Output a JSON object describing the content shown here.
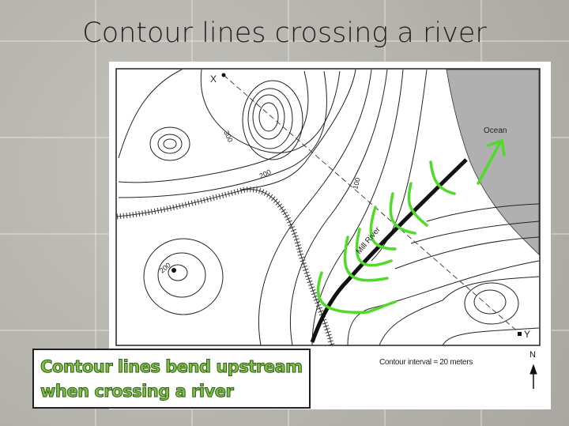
{
  "slide": {
    "title": "Contour lines crossing a river",
    "caption_line1": "Contour lines bend upstream",
    "caption_line2": "when crossing a river"
  },
  "map": {
    "point_labels": [
      "X",
      "Y"
    ],
    "contour_labels": [
      "300",
      "200",
      "100",
      "200"
    ],
    "river_label": "Mill River",
    "ocean_label": "Ocean",
    "contour_interval": "Contour interval = 20 meters",
    "north_label": "N",
    "colors": {
      "highlight": "#4fdc28",
      "ocean": "#b0b0b0",
      "river": "#111111"
    }
  }
}
